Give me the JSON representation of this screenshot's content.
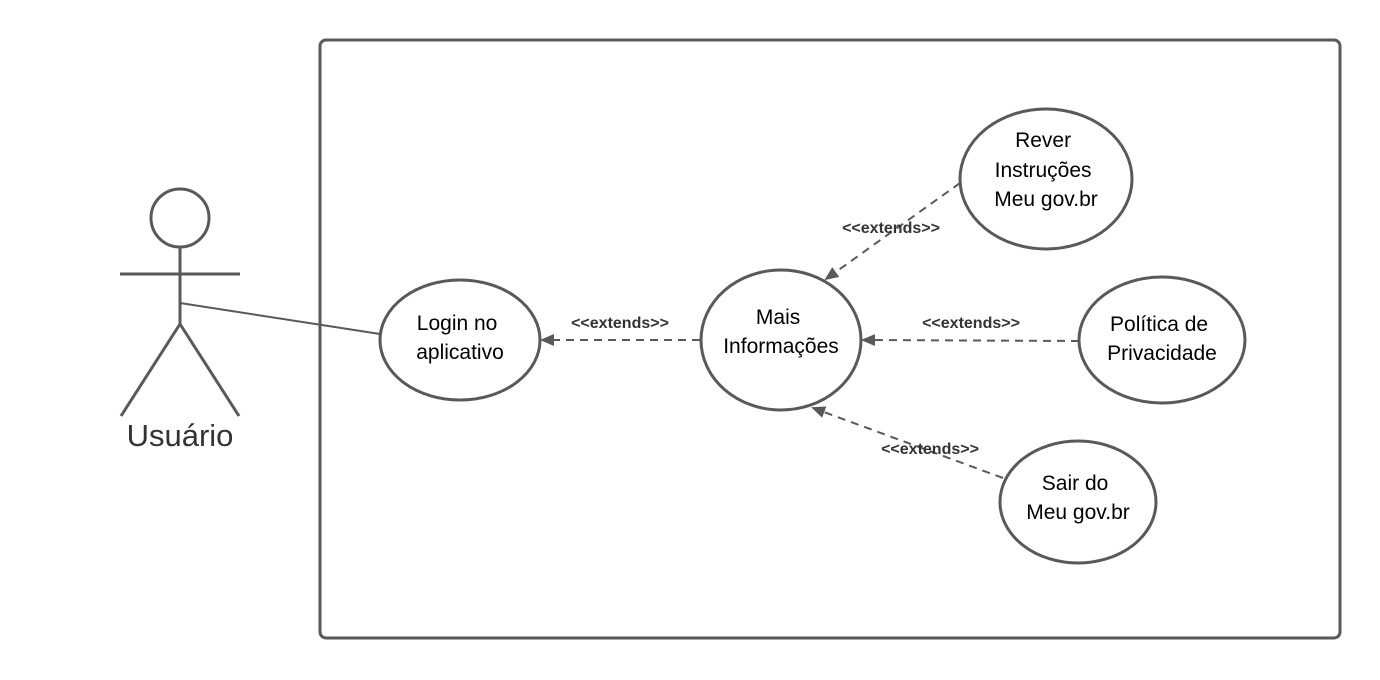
{
  "actor": {
    "name": "Usuário"
  },
  "use_cases": {
    "login": [
      "Login no",
      "aplicativo"
    ],
    "mais_info": [
      "Mais",
      "Informações"
    ],
    "rever": [
      "Rever",
      "Instruções",
      "Meu gov.br"
    ],
    "politica": [
      "Política de",
      "Privacidade"
    ],
    "sair": [
      "Sair do",
      "Meu gov.br"
    ]
  },
  "relations": {
    "login_extend": "<<extends>>",
    "rever_extend": "<<extends>>",
    "politica_extend": "<<extends>>",
    "sair_extend": "<<extends>>"
  },
  "colors": {
    "stroke": "#595959",
    "text": "#000000",
    "label": "#333333"
  }
}
